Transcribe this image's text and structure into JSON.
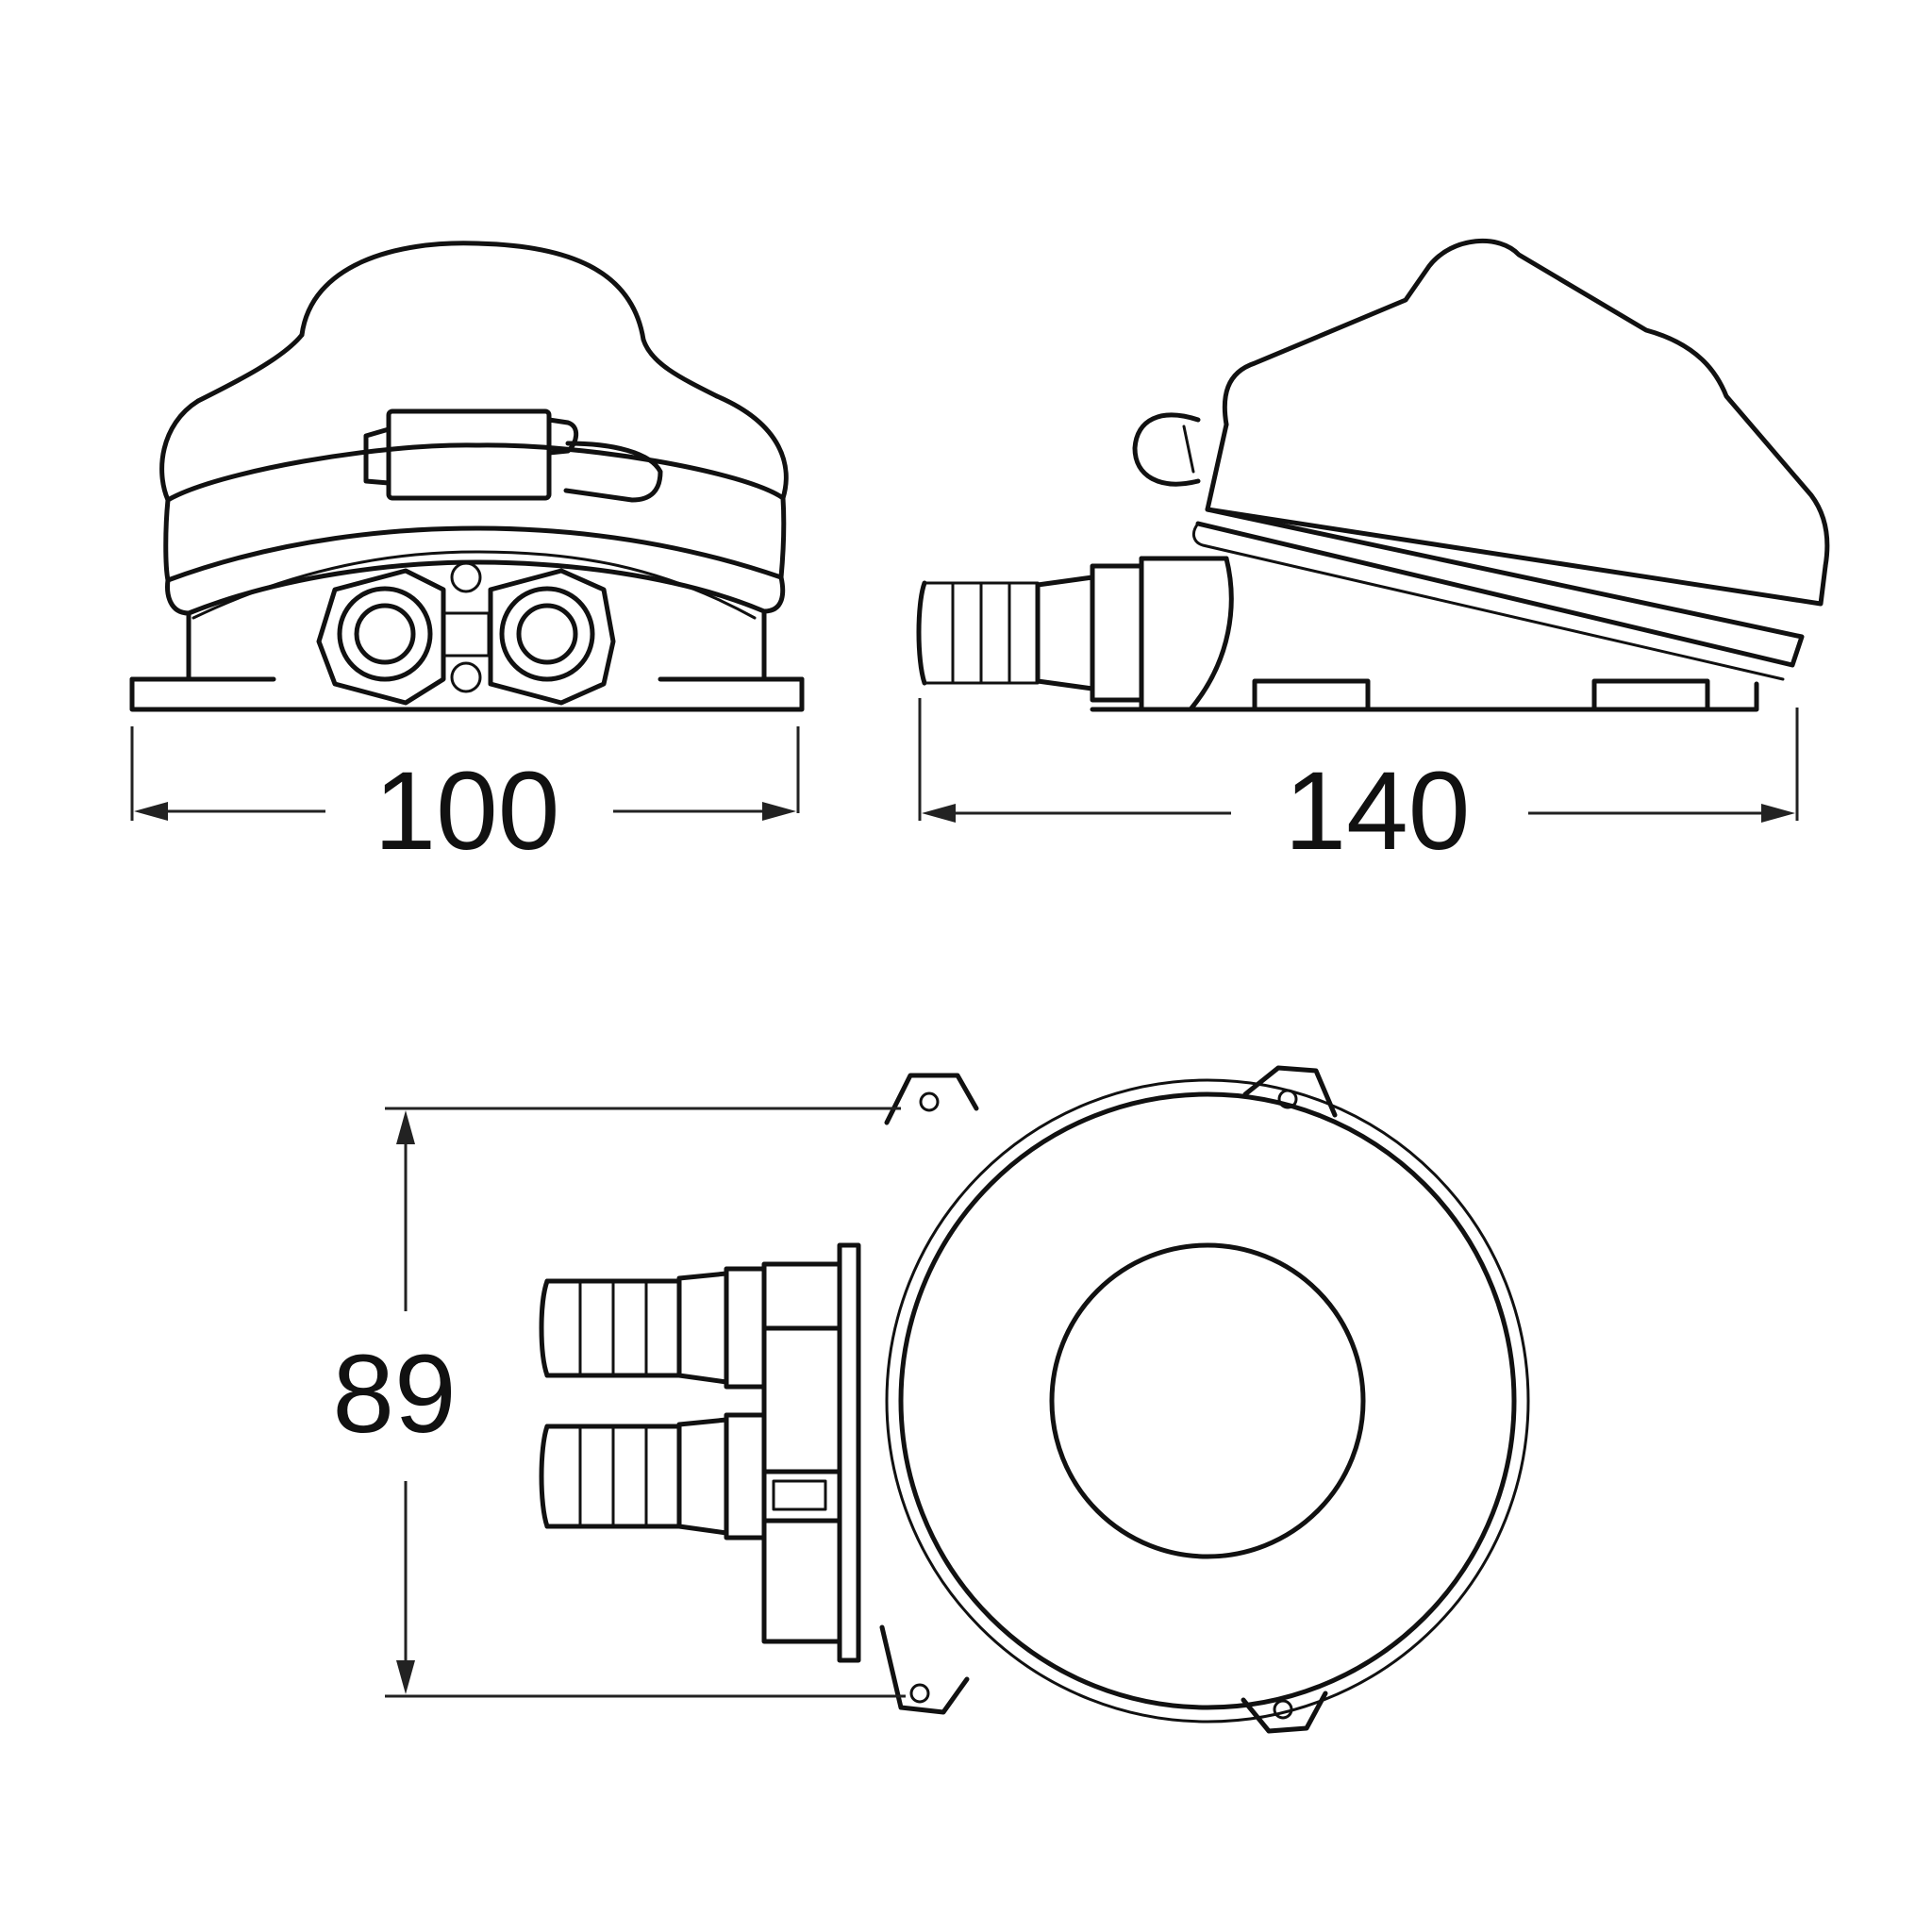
{
  "drawing": {
    "line_color": "#111111",
    "background_color": "#ffffff"
  },
  "dimensions": {
    "front_width": "100",
    "side_length": "140",
    "top_height": "89"
  }
}
